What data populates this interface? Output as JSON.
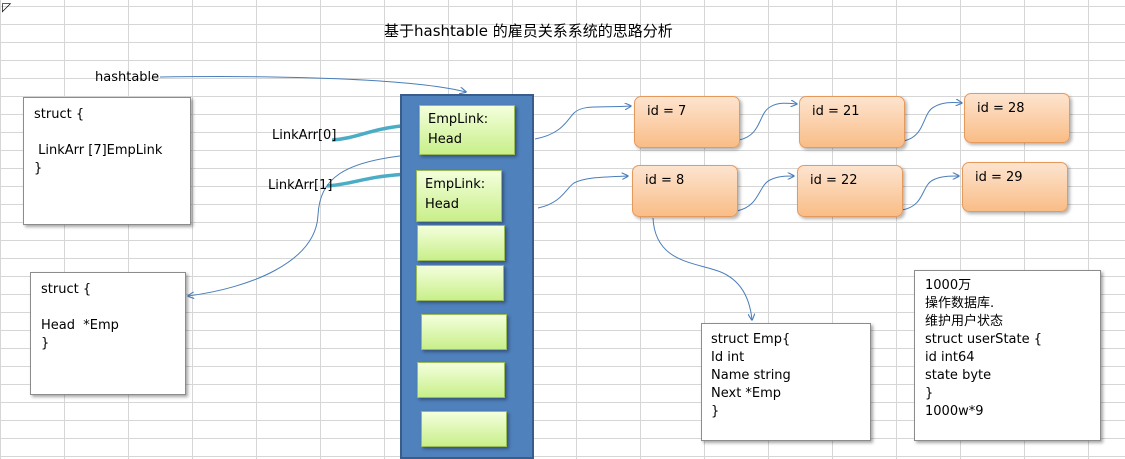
{
  "title": "基于hashtable 的雇员关系系统的思路分析",
  "labels": {
    "hashtable": "hashtable",
    "linkarr0": "LinkArr[0]",
    "linkarr1": "LinkArr[1]"
  },
  "boxes": {
    "struct_linkarr": [
      "struct {",
      "",
      " LinkArr [7]EmpLink",
      "}"
    ],
    "struct_head": [
      "struct {",
      "",
      "Head  *Emp",
      "}"
    ],
    "struct_emp": [
      "struct Emp{",
      "Id int",
      "Name string",
      "Next *Emp",
      "}"
    ],
    "notes": [
      "1000万",
      "操作数据库.",
      "维护用户状态",
      "struct userState {",
      "id int64",
      "state byte",
      "}",
      "1000w*9"
    ]
  },
  "array": {
    "cell0": [
      "EmpLink:",
      "Head"
    ],
    "cell1": [
      "EmpLink:",
      "Head"
    ]
  },
  "nodes": {
    "row0": [
      "id  = 7",
      "id = 21",
      "id = 28"
    ],
    "row1": [
      "id  = 8",
      "id = 22",
      "id = 29"
    ]
  },
  "colors": {
    "array_fill": "#4f81bd",
    "cell_fill": "#d7f5a8",
    "node_fill": "#fbc995",
    "connector": "#4a7ebb",
    "thick_arrow": "#4bacc6"
  }
}
